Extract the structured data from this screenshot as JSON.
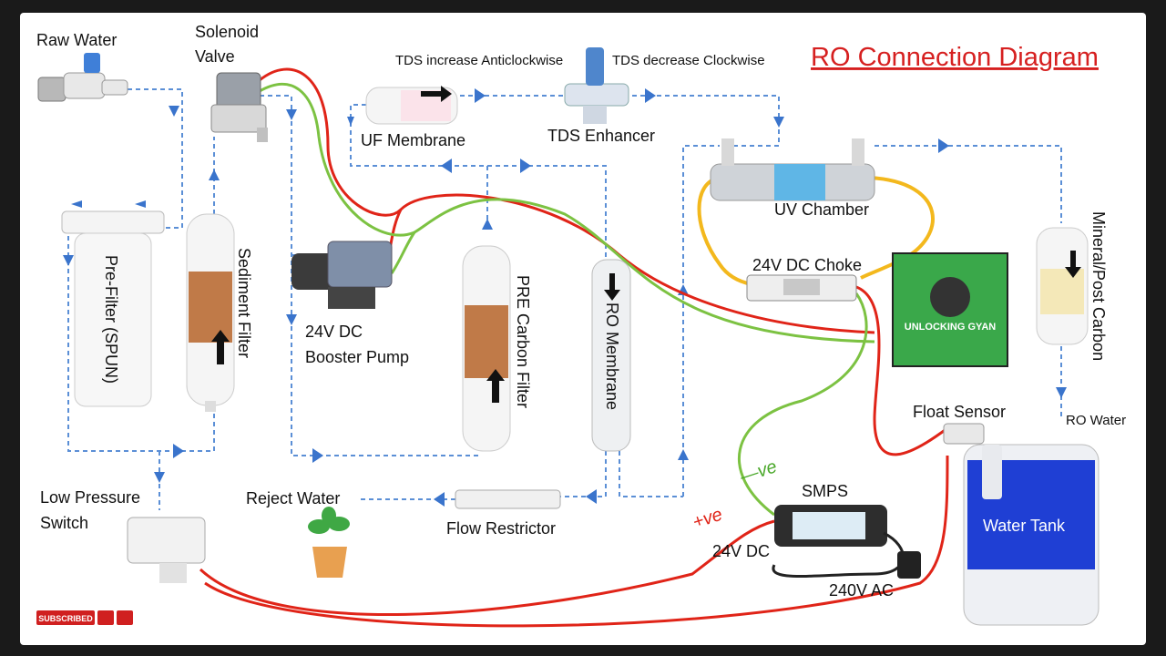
{
  "title": "RO Connection Diagram",
  "labels": {
    "raw_water": "Raw Water",
    "solenoid_line1": "Solenoid",
    "solenoid_line2": "Valve",
    "tds_inc": "TDS increase Anticlockwise",
    "tds_dec": "TDS decrease Clockwise",
    "uf_membrane": "UF Membrane",
    "tds_enhancer": "TDS Enhancer",
    "uv_chamber": "UV Chamber",
    "choke": "24V DC Choke",
    "pre_filter": "Pre-Filter (SPUN)",
    "sediment": "Sediment Filter",
    "pump_line1": "24V DC",
    "pump_line2": "Booster Pump",
    "pre_carbon": "PRE Carbon Filter",
    "ro_membrane": "RO Membrane",
    "mineral": "Mineral/Post Carbon",
    "ro_water": "RO Water",
    "float_sensor": "Float Sensor",
    "water_tank": "Water Tank",
    "smps": "SMPS",
    "dc24": "24V DC",
    "ac240": "240V AC",
    "low_pressure_line1": "Low Pressure",
    "low_pressure_line2": "Switch",
    "reject_water": "Reject Water",
    "flow_restrictor": "Flow Restrictor",
    "plus_ve": "+ve",
    "minus_ve": "—ve"
  },
  "badges": {
    "logo_text": "UNLOCKING GYAN",
    "subscribed": "SUBSCRIBED"
  },
  "colors": {
    "title": "#d62020",
    "flow": "#3a74cc",
    "positive_wire": "#e02418",
    "negative_wire": "#7cc242",
    "uv_wire": "#f3b81d",
    "logo_bg": "#3aa84a"
  }
}
